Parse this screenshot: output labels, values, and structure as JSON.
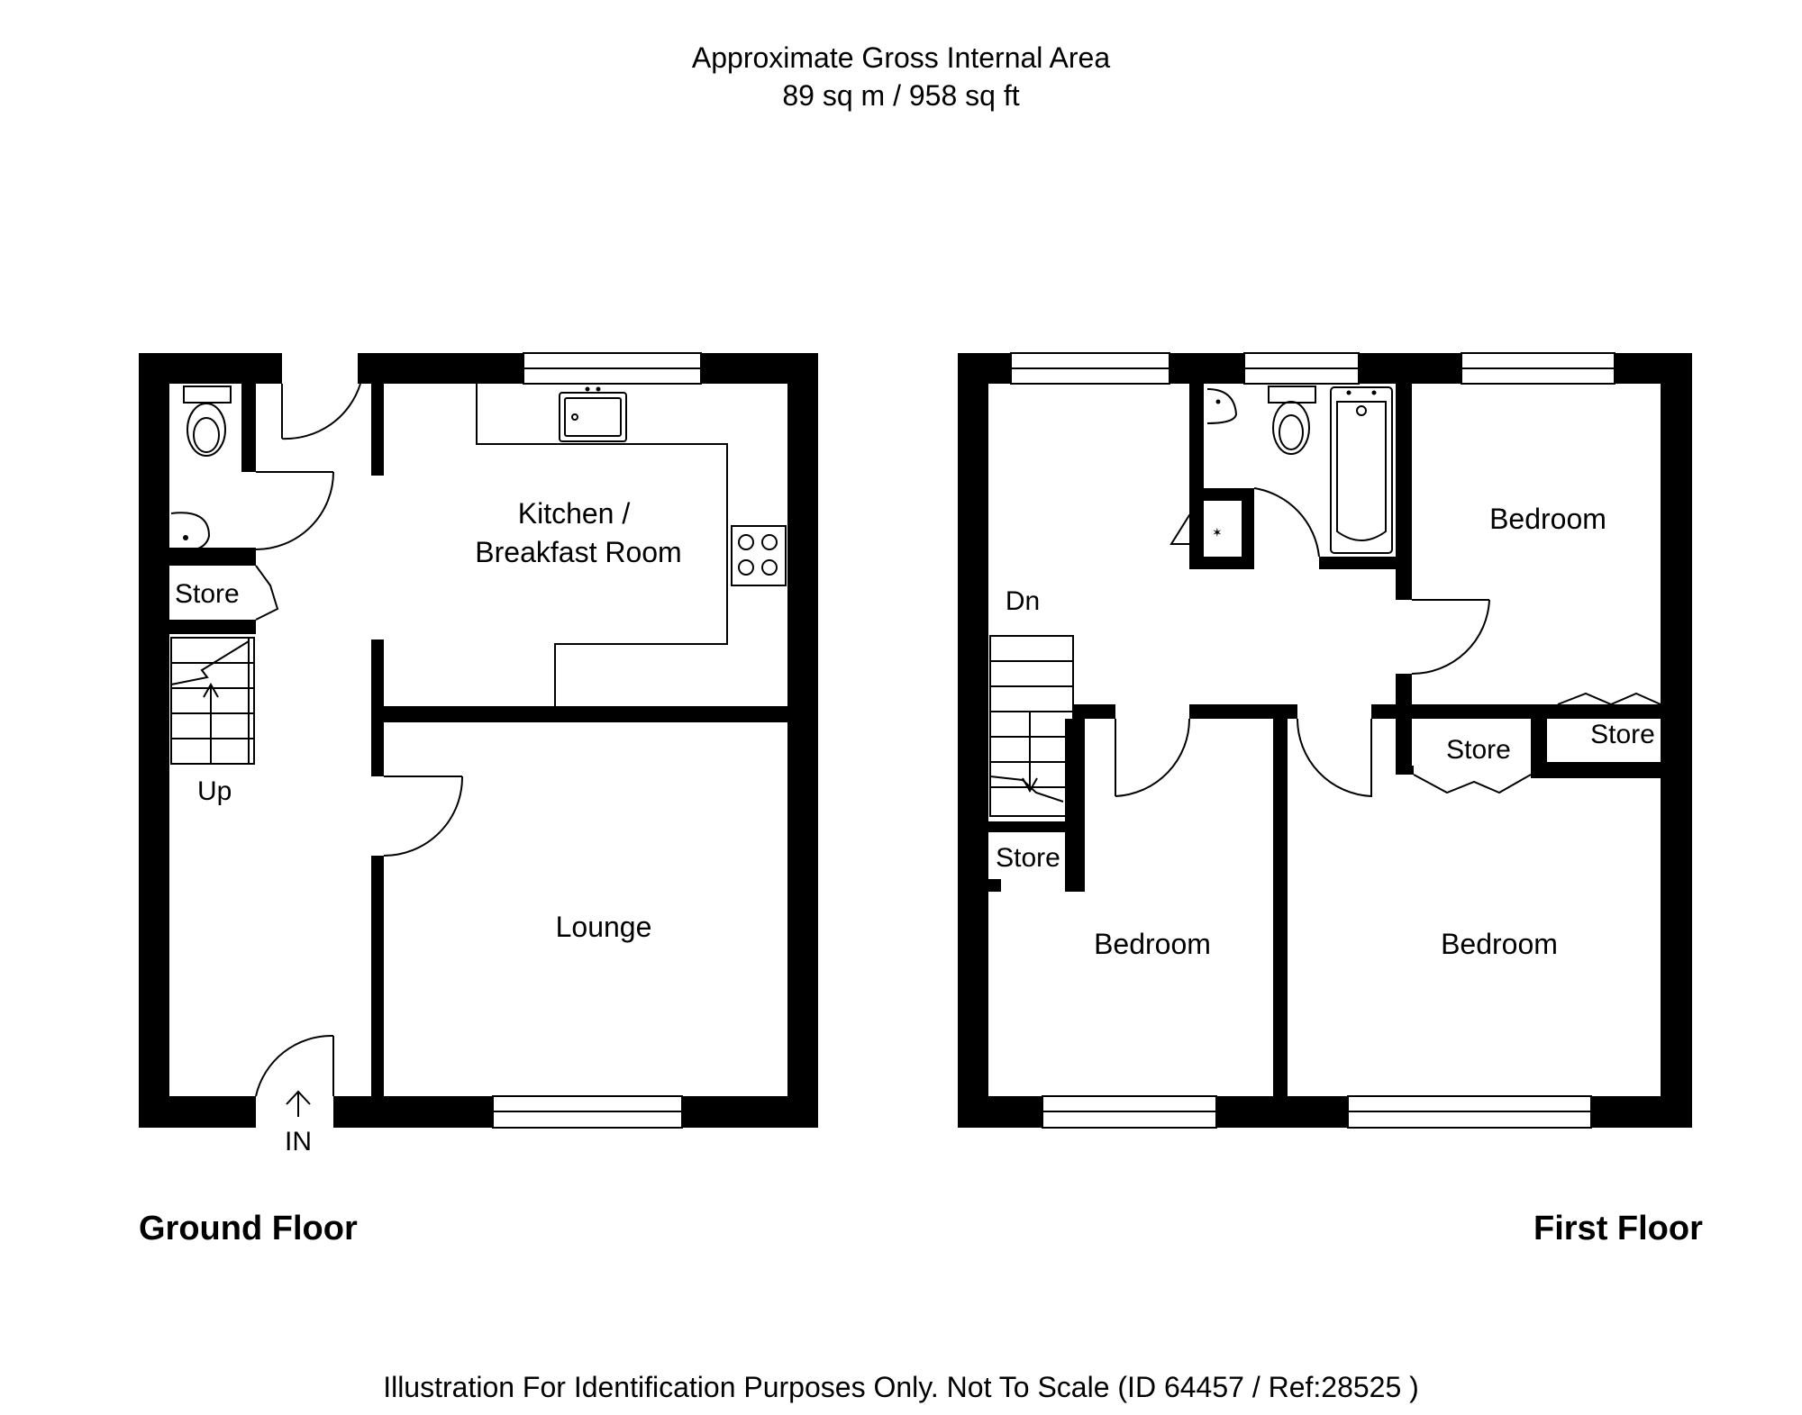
{
  "header": {
    "line1": "Approximate Gross Internal Area",
    "line2": "89 sq m / 958 sq ft"
  },
  "ground_floor": {
    "label": "Ground Floor",
    "rooms": {
      "kitchen_line1": "Kitchen /",
      "kitchen_line2": "Breakfast Room",
      "lounge": "Lounge",
      "store": "Store",
      "up": "Up",
      "in": "IN"
    }
  },
  "first_floor": {
    "label": "First Floor",
    "rooms": {
      "bedroom_top_right": "Bedroom",
      "bedroom_bottom_left": "Bedroom",
      "bedroom_bottom_right": "Bedroom",
      "store_left": "Store",
      "store_middle": "Store",
      "store_right": "Store",
      "dn": "Dn"
    }
  },
  "footer": "Illustration For Identification Purposes Only. Not To Scale (ID 64457 / Ref:28525 )"
}
